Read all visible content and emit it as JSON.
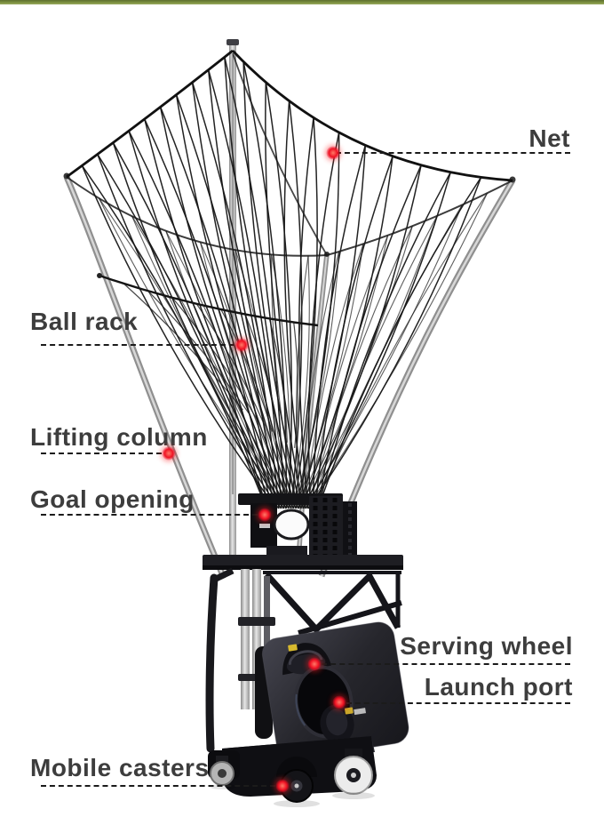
{
  "figure": {
    "description": "Basketball shooting machine with return net, annotated",
    "top_bar_color": "#7c9040"
  },
  "colors": {
    "accent_red": "#ee1123",
    "label_text": "#3d3d3d",
    "leader_line": "#1b1b1b",
    "machine_dark": "#17171b",
    "chrome_pole": "#c4c4c4",
    "net_rope": "#1a1a1a"
  },
  "callouts": {
    "net": {
      "label": "Net"
    },
    "ball_rack": {
      "label": "Ball rack"
    },
    "lifting_column": {
      "label": "Lifting column"
    },
    "goal_opening": {
      "label": "Goal opening"
    },
    "serving_wheel": {
      "label": "Serving wheel"
    },
    "launch_port": {
      "label": "Launch port"
    },
    "mobile_casters": {
      "label": "Mobile casters"
    }
  }
}
